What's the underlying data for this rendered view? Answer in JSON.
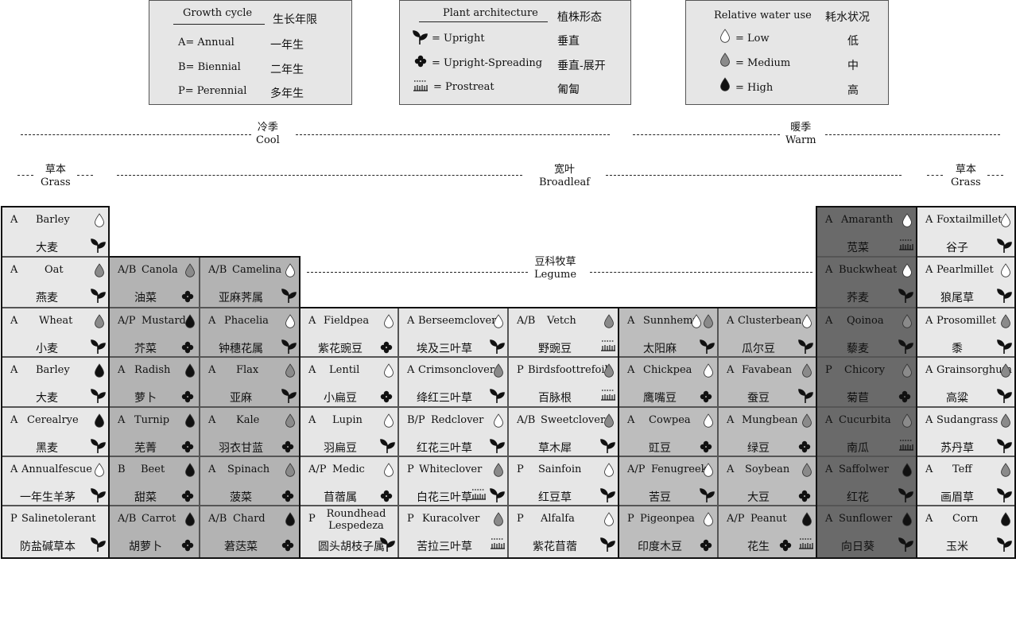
{
  "colors": {
    "grass": "#e8e8e8",
    "cool_broadleaf": "#b3b3b3",
    "legume_light": "#e6e6e6",
    "legume_mid": "#bdbdbd",
    "amaranth": "#6a6a6a",
    "legend_bg": "#e6e6e6",
    "water_low": "#ffffff",
    "water_medium": "#8a8a8a",
    "water_high": "#111111"
  },
  "legend": {
    "growth": {
      "title": "Growth cycle",
      "title_cn": "生长年限",
      "rows": [
        {
          "en": "A= Annual",
          "cn": "一年生"
        },
        {
          "en": "B= Biennial",
          "cn": "二年生"
        },
        {
          "en": "P= Perennial",
          "cn": "多年生"
        }
      ]
    },
    "architecture": {
      "title": "Plant architecture",
      "title_cn": "植株形态",
      "rows": [
        {
          "icon": "upright-icon",
          "en": "= Upright",
          "cn": "垂直"
        },
        {
          "icon": "spreading-icon",
          "en": "= Upright-Spreading",
          "cn": "垂直-展开"
        },
        {
          "icon": "prostrate-icon",
          "en": "= Prostreat",
          "cn": "匍匐"
        }
      ]
    },
    "water": {
      "title": "Relative water use",
      "title_cn": "耗水状况",
      "rows": [
        {
          "icon": "drop-low-icon",
          "en": "= Low",
          "cn": "低"
        },
        {
          "icon": "drop-medium-icon",
          "en": "= Medium",
          "cn": "中"
        },
        {
          "icon": "drop-high-icon",
          "en": "= High",
          "cn": "高"
        }
      ]
    }
  },
  "headers": {
    "cool_cn": "冷季",
    "cool_en": "Cool",
    "warm_cn": "暖季",
    "warm_en": "Warm",
    "grass_left_cn": "草本",
    "grass_left_en": "Grass",
    "broadleaf_cn": "宽叶",
    "broadleaf_en": "Broadleaf",
    "grass_right_cn": "草本",
    "grass_right_en": "Grass",
    "legume_cn": "豆科牧草",
    "legume_en": "Legume"
  },
  "columns": [
    {
      "shade": "grass",
      "first_row": 0,
      "cells": [
        {
          "g": "A",
          "n": "Barley",
          "cn": "大麦",
          "w": "low",
          "a": [
            "upright"
          ]
        },
        {
          "g": "A",
          "n": "Oat",
          "cn": "燕麦",
          "w": "medium",
          "a": [
            "upright"
          ]
        },
        {
          "g": "A",
          "n": "Wheat",
          "cn": "小麦",
          "w": "medium",
          "a": [
            "upright"
          ]
        },
        {
          "g": "A",
          "n": "Barley",
          "cn": "大麦",
          "w": "high",
          "a": [
            "upright"
          ]
        },
        {
          "g": "A",
          "n": "Cerealrye",
          "cn": "黑麦",
          "w": "high",
          "a": [
            "upright"
          ]
        },
        {
          "g": "A",
          "n": "Annualfescue",
          "cn": "一年生羊茅",
          "w": "low",
          "a": [
            "upright"
          ]
        },
        {
          "g": "P",
          "n": "Salinetolerant",
          "cn": "防盐碱草本",
          "w": "",
          "a": [
            "upright"
          ]
        }
      ]
    },
    {
      "shade": "cool_broadleaf",
      "first_row": 1,
      "cells": [
        {
          "g": "A/B",
          "n": "Canola",
          "cn": "油菜",
          "w": "medium",
          "a": [
            "spreading"
          ]
        },
        {
          "g": "A/P",
          "n": "Mustard",
          "cn": "芥菜",
          "w": "high",
          "a": [
            "spreading"
          ]
        },
        {
          "g": "A",
          "n": "Radish",
          "cn": "萝卜",
          "w": "high",
          "a": [
            "spreading"
          ]
        },
        {
          "g": "A",
          "n": "Turnip",
          "cn": "芜菁",
          "w": "high",
          "a": [
            "spreading"
          ]
        },
        {
          "g": "B",
          "n": "Beet",
          "cn": "甜菜",
          "w": "high",
          "a": [
            "spreading"
          ]
        },
        {
          "g": "A/B",
          "n": "Carrot",
          "cn": "胡萝卜",
          "w": "high",
          "a": [
            "spreading"
          ]
        }
      ]
    },
    {
      "shade": "cool_broadleaf",
      "first_row": 1,
      "cells": [
        {
          "g": "A/B",
          "n": "Camelina",
          "cn": "亚麻荠属",
          "w": "low",
          "a": [
            "upright"
          ]
        },
        {
          "g": "A",
          "n": "Phacelia",
          "cn": "钟穗花属",
          "w": "low",
          "a": [
            "upright"
          ]
        },
        {
          "g": "A",
          "n": "Flax",
          "cn": "亚麻",
          "w": "medium",
          "a": [
            "upright"
          ]
        },
        {
          "g": "A",
          "n": "Kale",
          "cn": "羽衣甘蓝",
          "w": "medium",
          "a": [
            "spreading"
          ]
        },
        {
          "g": "A",
          "n": "Spinach",
          "cn": "菠菜",
          "w": "medium",
          "a": [
            "spreading"
          ]
        },
        {
          "g": "A/B",
          "n": "Chard",
          "cn": "莙荙菜",
          "w": "high",
          "a": [
            "spreading"
          ]
        }
      ]
    },
    {
      "shade": "legume_light",
      "first_row": 2,
      "cells": [
        {
          "g": "A",
          "n": "Fieldpea",
          "cn": "紫花豌豆",
          "w": "low",
          "a": [
            "spreading"
          ]
        },
        {
          "g": "A",
          "n": "Lentil",
          "cn": "小扁豆",
          "w": "low",
          "a": [
            "spreading"
          ]
        },
        {
          "g": "A",
          "n": "Lupin",
          "cn": "羽扁豆",
          "w": "low",
          "a": [
            "upright"
          ]
        },
        {
          "g": "A/P",
          "n": "Medic",
          "cn": "苜蓿属",
          "w": "low",
          "a": [
            "spreading"
          ]
        },
        {
          "g": "P",
          "n": "Roundhead Lespedeza",
          "cn": "圆头胡枝子属",
          "w": "",
          "a": [
            "upright"
          ],
          "two_line": true
        }
      ]
    },
    {
      "shade": "legume_light",
      "first_row": 2,
      "cells": [
        {
          "g": "A",
          "n": "Berseemclover",
          "cn": "埃及三叶草",
          "w": "low",
          "a": [
            "upright"
          ]
        },
        {
          "g": "A",
          "n": "Crimsonclover",
          "cn": "绛红三叶草",
          "w": "medium",
          "a": [
            "upright"
          ]
        },
        {
          "g": "B/P",
          "n": "Redclover",
          "cn": "红花三叶草",
          "w": "low",
          "a": [
            "upright"
          ]
        },
        {
          "g": "P",
          "n": "Whiteclover",
          "cn": "白花三叶草",
          "w": "medium",
          "a": [
            "prostrate",
            "upright"
          ]
        },
        {
          "g": "P",
          "n": "Kuracolver",
          "cn": "苦拉三叶草",
          "w": "medium",
          "a": [
            "prostrate"
          ]
        }
      ]
    },
    {
      "shade": "legume_light",
      "first_row": 2,
      "cells": [
        {
          "g": "A/B",
          "n": "Vetch",
          "cn": "野豌豆",
          "w": "medium",
          "a": [
            "prostrate"
          ]
        },
        {
          "g": "P",
          "n": "Birdsfoottrefoil",
          "cn": "百脉根",
          "w": "medium",
          "a": [
            "prostrate"
          ]
        },
        {
          "g": "A/B",
          "n": "Sweetclover",
          "cn": "草木犀",
          "w": "medium",
          "a": [
            "upright"
          ]
        },
        {
          "g": "P",
          "n": "Sainfoin",
          "cn": "红豆草",
          "w": "low",
          "a": [
            "upright"
          ]
        },
        {
          "g": "P",
          "n": "Alfalfa",
          "cn": "紫花苜蓿",
          "w": "low",
          "a": [
            "upright"
          ]
        }
      ]
    },
    {
      "shade": "legume_mid",
      "first_row": 2,
      "cells": [
        {
          "g": "A",
          "n": "Sunnhemp",
          "cn": "太阳麻",
          "w": "low+medium",
          "a": [
            "upright"
          ]
        },
        {
          "g": "A",
          "n": "Chickpea",
          "cn": "鹰嘴豆",
          "w": "low",
          "a": [
            "spreading"
          ]
        },
        {
          "g": "A",
          "n": "Cowpea",
          "cn": "豇豆",
          "w": "low",
          "a": [
            "spreading"
          ]
        },
        {
          "g": "A/P",
          "n": "Fenugreek",
          "cn": "苦豆",
          "w": "low",
          "a": [
            "upright"
          ]
        },
        {
          "g": "P",
          "n": "Pigeonpea",
          "cn": "印度木豆",
          "w": "low",
          "a": [
            "spreading"
          ]
        }
      ]
    },
    {
      "shade": "legume_mid",
      "first_row": 2,
      "cells": [
        {
          "g": "A",
          "n": "Clusterbean",
          "cn": "瓜尔豆",
          "w": "low",
          "a": [
            "upright"
          ]
        },
        {
          "g": "A",
          "n": "Favabean",
          "cn": "蚕豆",
          "w": "medium",
          "a": [
            "upright"
          ]
        },
        {
          "g": "A",
          "n": "Mungbean",
          "cn": "绿豆",
          "w": "medium",
          "a": [
            "spreading"
          ]
        },
        {
          "g": "A",
          "n": "Soybean",
          "cn": "大豆",
          "w": "medium",
          "a": [
            "spreading"
          ]
        },
        {
          "g": "A/P",
          "n": "Peanut",
          "cn": "花生",
          "w": "high",
          "a": [
            "spreading",
            "prostrate"
          ]
        }
      ]
    },
    {
      "shade": "amaranth",
      "first_row": 0,
      "cells": [
        {
          "g": "A",
          "n": "Amaranth",
          "cn": "苋菜",
          "w": "low",
          "a": [
            "prostrate"
          ]
        },
        {
          "g": "A",
          "n": "Buckwheat",
          "cn": "荞麦",
          "w": "low",
          "a": [
            "upright"
          ]
        },
        {
          "g": "A",
          "n": "Qoinoa",
          "cn": "藜麦",
          "w": "medium",
          "a": [
            "upright"
          ]
        },
        {
          "g": "P",
          "n": "Chicory",
          "cn": "菊苣",
          "w": "medium",
          "a": [
            "spreading"
          ]
        },
        {
          "g": "A",
          "n": "Cucurbita",
          "cn": "南瓜",
          "w": "medium",
          "a": [
            "prostrate"
          ]
        },
        {
          "g": "A",
          "n": "Saffolwer",
          "cn": "红花",
          "w": "high",
          "a": [
            "upright"
          ]
        },
        {
          "g": "A",
          "n": "Sunflower",
          "cn": "向日葵",
          "w": "high",
          "a": [
            "upright"
          ]
        }
      ]
    },
    {
      "shade": "grass",
      "first_row": 0,
      "cells": [
        {
          "g": "A",
          "n": "Foxtailmillet",
          "cn": "谷子",
          "w": "low",
          "a": [
            "upright"
          ]
        },
        {
          "g": "A",
          "n": "Pearlmillet",
          "cn": "狼尾草",
          "w": "low",
          "a": [
            "upright"
          ]
        },
        {
          "g": "A",
          "n": "Prosomillet",
          "cn": "黍",
          "w": "medium",
          "a": [
            "upright"
          ]
        },
        {
          "g": "A",
          "n": "Grainsorghum",
          "cn": "高粱",
          "w": "medium",
          "a": [
            "upright"
          ]
        },
        {
          "g": "A",
          "n": "Sudangrass",
          "cn": "苏丹草",
          "w": "medium",
          "a": [
            "upright"
          ]
        },
        {
          "g": "A",
          "n": "Teff",
          "cn": "画眉草",
          "w": "medium",
          "a": [
            "upright"
          ]
        },
        {
          "g": "A",
          "n": "Corn",
          "cn": "玉米",
          "w": "high",
          "a": [
            "upright"
          ]
        }
      ]
    }
  ]
}
